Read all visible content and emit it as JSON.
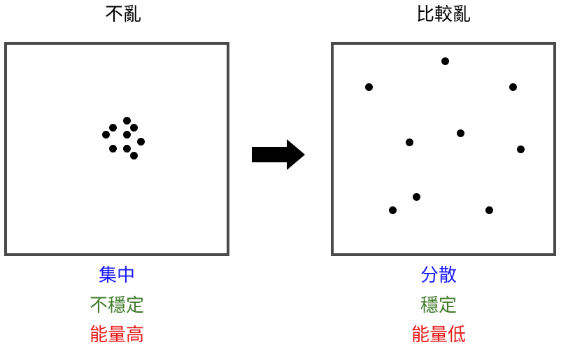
{
  "left": {
    "title": "不亂",
    "labels": [
      {
        "text": "集中",
        "color": "#1a1aff"
      },
      {
        "text": "不穩定",
        "color": "#3f7a2a"
      },
      {
        "text": "能量高",
        "color": "#e81c1c"
      }
    ]
  },
  "right": {
    "title": "比較亂",
    "labels": [
      {
        "text": "分散",
        "color": "#1a1aff"
      },
      {
        "text": "穩定",
        "color": "#3f7a2a"
      },
      {
        "text": "能量低",
        "color": "#e81c1c"
      }
    ]
  },
  "arrow": {
    "icon": "right-arrow-icon",
    "color": "#000000"
  }
}
